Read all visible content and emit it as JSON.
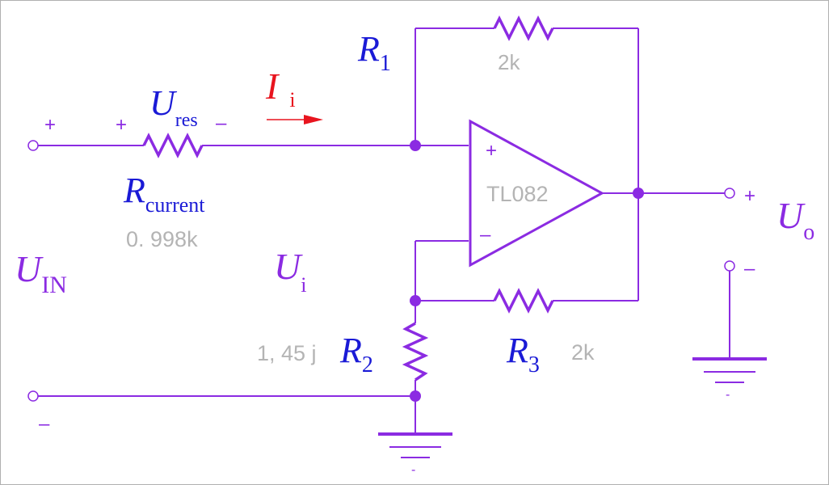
{
  "colors": {
    "wire": "#8B2BE2",
    "node": "#8B2BE2",
    "label_blue": "#1A1AD6",
    "label_purple": "#8B2BE2",
    "value_gray": "#B4B4B4",
    "current_red": "#E8141E",
    "border": "#B0B0B0"
  },
  "components": {
    "r1": {
      "name": "R",
      "sub": "1",
      "value": "2k"
    },
    "r_current": {
      "name": "R",
      "sub": "current",
      "value": "0. 998k"
    },
    "r2": {
      "name": "R",
      "sub": "2",
      "value": "1, 45 j"
    },
    "r3": {
      "name": "R",
      "sub": "3",
      "value": "2k"
    },
    "opamp": {
      "model": "TL082",
      "plus": "+",
      "minus": "–"
    }
  },
  "labels": {
    "u_res": {
      "name": "U",
      "sub": "res",
      "plus": "+",
      "minus": "–"
    },
    "i_i": {
      "name": "I",
      "sub": "i"
    },
    "u_in": {
      "name": "U",
      "sub": "IN",
      "plus": "+",
      "minus": "–"
    },
    "u_i": {
      "name": "U",
      "sub": "i"
    },
    "u_o": {
      "name": "U",
      "sub": "o",
      "plus": "+",
      "minus": "–"
    }
  },
  "grounds": {
    "mark": "-"
  }
}
